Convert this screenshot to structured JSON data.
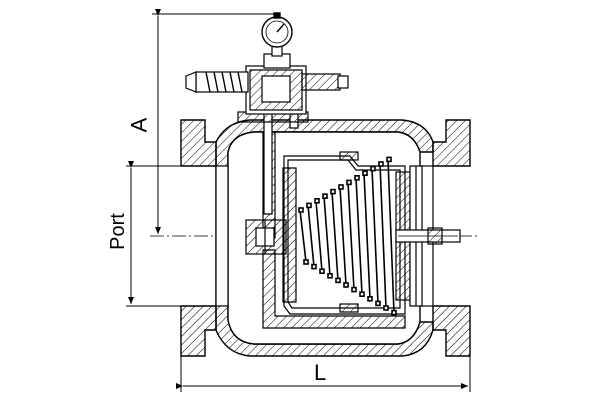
{
  "diagram": {
    "dimension_labels": {
      "height": "A",
      "port": "Port",
      "length": "L"
    }
  }
}
